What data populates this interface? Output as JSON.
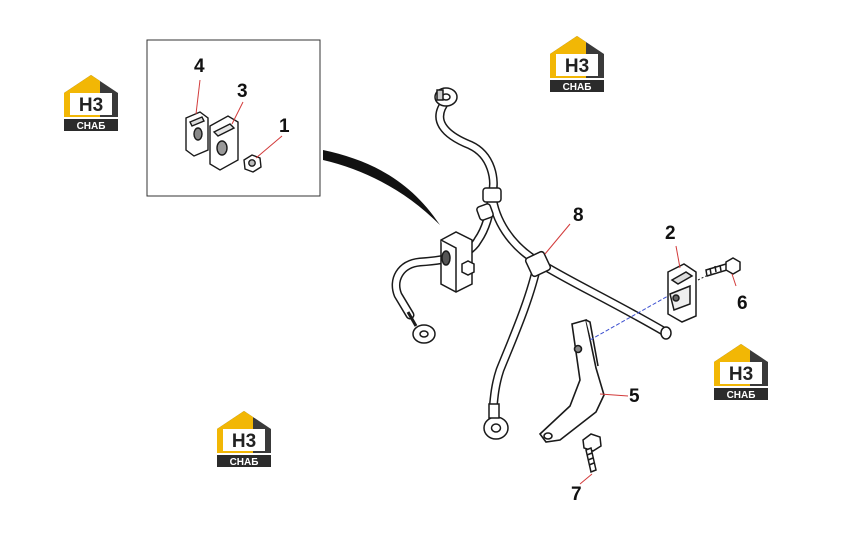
{
  "callouts": {
    "c1": "1",
    "c2": "2",
    "c3": "3",
    "c4": "4",
    "c5": "5",
    "c6": "6",
    "c7": "7",
    "c8": "8"
  },
  "watermark": {
    "mark": "H3",
    "text": "СНАБ",
    "colors": {
      "roof": "#f2b705",
      "body": "#3a3a3a",
      "band": "#2b2b2b"
    }
  },
  "colors": {
    "line": "#1a1a1a",
    "leader_red": "#d23a3a",
    "leader_blue": "#3b4fd0"
  }
}
